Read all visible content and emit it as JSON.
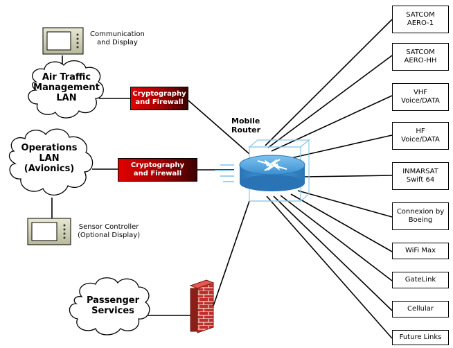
{
  "devices": {
    "comm_display": "Communication\nand Display",
    "sensor_controller": "Sensor Controller\n(Optional Display)"
  },
  "clouds": {
    "atm": "Air Traffic\nManagement\nLAN",
    "operations": "Operations\nLAN\n(Avionics)",
    "passenger": "Passenger\nServices"
  },
  "crypto": {
    "top": "Cryptography\nand Firewall",
    "bottom": "Cryptography\nand Firewall"
  },
  "router": {
    "label": "Mobile\nRouter"
  },
  "links": [
    {
      "label": "SATCOM\nAERO-1"
    },
    {
      "label": "SATCOM\nAERO-HH"
    },
    {
      "label": "VHF\nVoice/DATA"
    },
    {
      "label": "HF\nVoice/DATA"
    },
    {
      "label": "INMARSAT\nSwift 64"
    },
    {
      "label": "Connexion by\nBoeing"
    },
    {
      "label": "WiFi Max"
    },
    {
      "label": "GateLink"
    },
    {
      "label": "Cellular"
    },
    {
      "label": "Future Links"
    }
  ],
  "colors": {
    "crypto_red": "#c00000",
    "router_blue": "#3b8fd0",
    "firewall_brick": "#c0302a"
  }
}
